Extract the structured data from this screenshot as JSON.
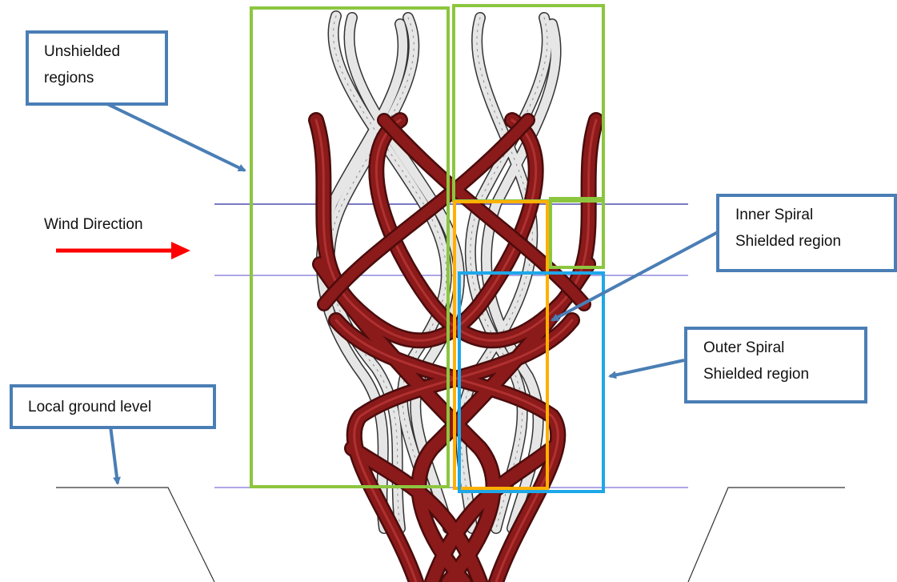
{
  "labels": {
    "unshielded_line1": "Unshielded",
    "unshielded_line2": "regions",
    "wind_direction": "Wind Direction",
    "inner_line1": "Inner Spiral",
    "inner_line2": "Shielded region",
    "outer_line1": "Outer Spiral",
    "outer_line2": "Shielded region",
    "ground": "Local ground level"
  },
  "colors": {
    "callout_border": "#4a7eb5",
    "unshielded_box": "#8cc63f",
    "inner_spiral_box": "#ffb000",
    "outer_spiral_box": "#1ea7e8",
    "wind_arrow": "#ff0000",
    "outer_tubes": "#8b1a1a",
    "inner_tubes": "#e6e6e6",
    "level_lines": "#4b3cc8",
    "ground_line": "#333333"
  }
}
